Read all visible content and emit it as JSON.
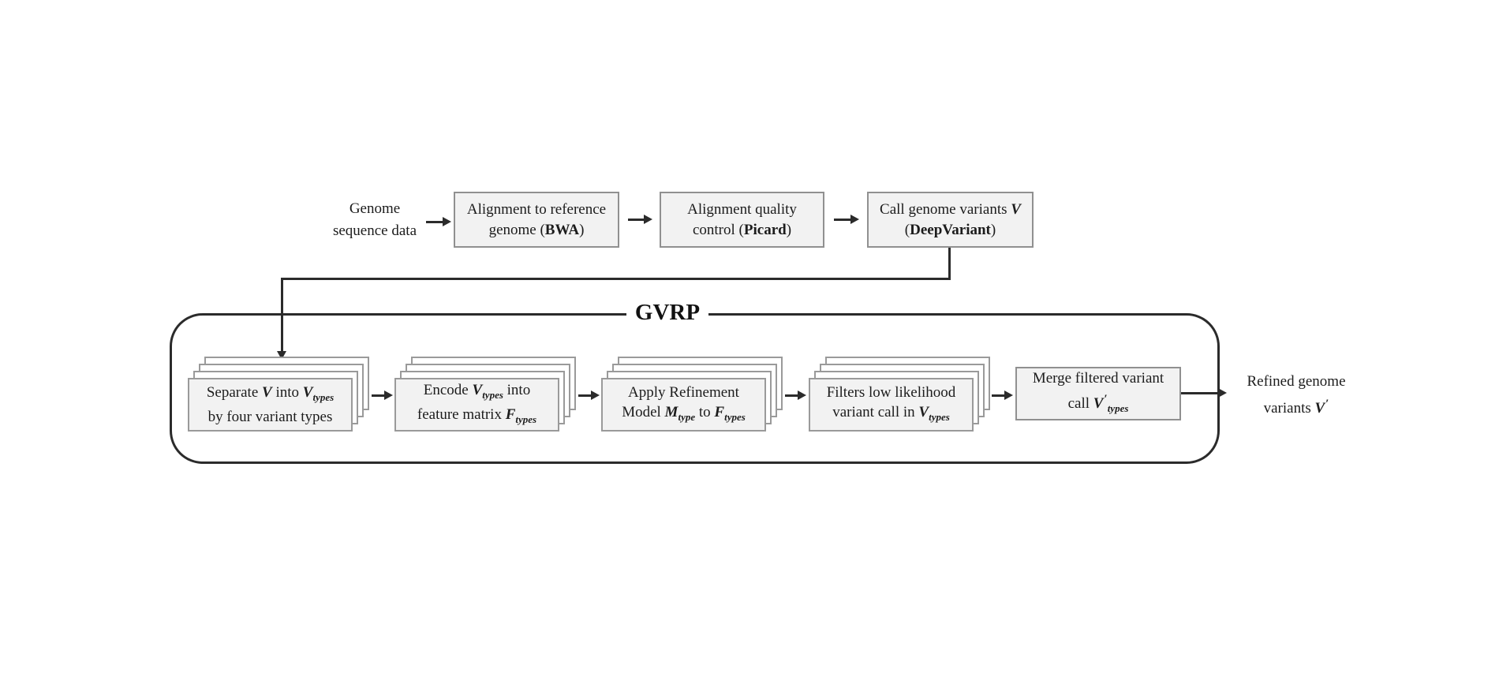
{
  "colors": {
    "background": "#ffffff",
    "box_fill": "#f2f2f2",
    "box_border": "#909090",
    "stack_sheet_fill": "#ffffff",
    "container_border": "#2b2b2b",
    "line": "#2b2b2b",
    "text": "#1c1c1c"
  },
  "top_row": {
    "source_label": {
      "line1": "Genome",
      "line2": "sequence data"
    },
    "boxes": [
      {
        "line1": [
          {
            "t": "Alignment to reference"
          }
        ],
        "line2": [
          {
            "t": "genome ("
          },
          {
            "t": "BWA",
            "s": "b"
          },
          {
            "t": ")"
          }
        ]
      },
      {
        "line1": [
          {
            "t": "Alignment quality"
          }
        ],
        "line2": [
          {
            "t": "control ("
          },
          {
            "t": "Picard",
            "s": "b"
          },
          {
            "t": ")"
          }
        ]
      },
      {
        "line1": [
          {
            "t": "Call genome variants "
          },
          {
            "t": "V",
            "s": "bi"
          }
        ],
        "line2": [
          {
            "t": "("
          },
          {
            "t": "DeepVariant",
            "s": "b"
          },
          {
            "t": ")"
          }
        ]
      }
    ]
  },
  "gvrp": {
    "title": "GVRP",
    "steps": [
      {
        "line1": [
          {
            "t": "Separate "
          },
          {
            "t": "V",
            "s": "bi"
          },
          {
            "t": " into "
          },
          {
            "t": "V",
            "s": "bi"
          },
          {
            "t": "types",
            "s": "bi sub"
          }
        ],
        "line2": [
          {
            "t": "by four variant types"
          }
        ]
      },
      {
        "line1": [
          {
            "t": "Encode "
          },
          {
            "t": "V",
            "s": "bi"
          },
          {
            "t": "types",
            "s": "bi sub"
          },
          {
            "t": " into"
          }
        ],
        "line2": [
          {
            "t": "feature matrix "
          },
          {
            "t": "F",
            "s": "bi"
          },
          {
            "t": "types",
            "s": "bi sub"
          }
        ]
      },
      {
        "line1": [
          {
            "t": "Apply Refinement"
          }
        ],
        "line2": [
          {
            "t": "Model "
          },
          {
            "t": "M",
            "s": "bi"
          },
          {
            "t": "type",
            "s": "bi sub"
          },
          {
            "t": " to "
          },
          {
            "t": "F",
            "s": "bi"
          },
          {
            "t": "types",
            "s": "bi sub"
          }
        ]
      },
      {
        "line1": [
          {
            "t": "Filters low likelihood"
          }
        ],
        "line2": [
          {
            "t": "variant call in "
          },
          {
            "t": "V",
            "s": "bi"
          },
          {
            "t": "types",
            "s": "bi sub"
          }
        ]
      }
    ],
    "merge_box": {
      "line1": [
        {
          "t": "Merge filtered variant"
        }
      ],
      "line2": [
        {
          "t": "call "
        },
        {
          "t": "V",
          "s": "bi"
        },
        {
          "t": "′",
          "s": "prime"
        },
        {
          "t": "types",
          "s": "bi sub"
        }
      ]
    }
  },
  "output_label": {
    "line1": [
      {
        "t": "Refined genome"
      }
    ],
    "line2": [
      {
        "t": "variants "
      },
      {
        "t": "V",
        "s": "bi"
      },
      {
        "t": "′",
        "s": "prime"
      }
    ]
  }
}
